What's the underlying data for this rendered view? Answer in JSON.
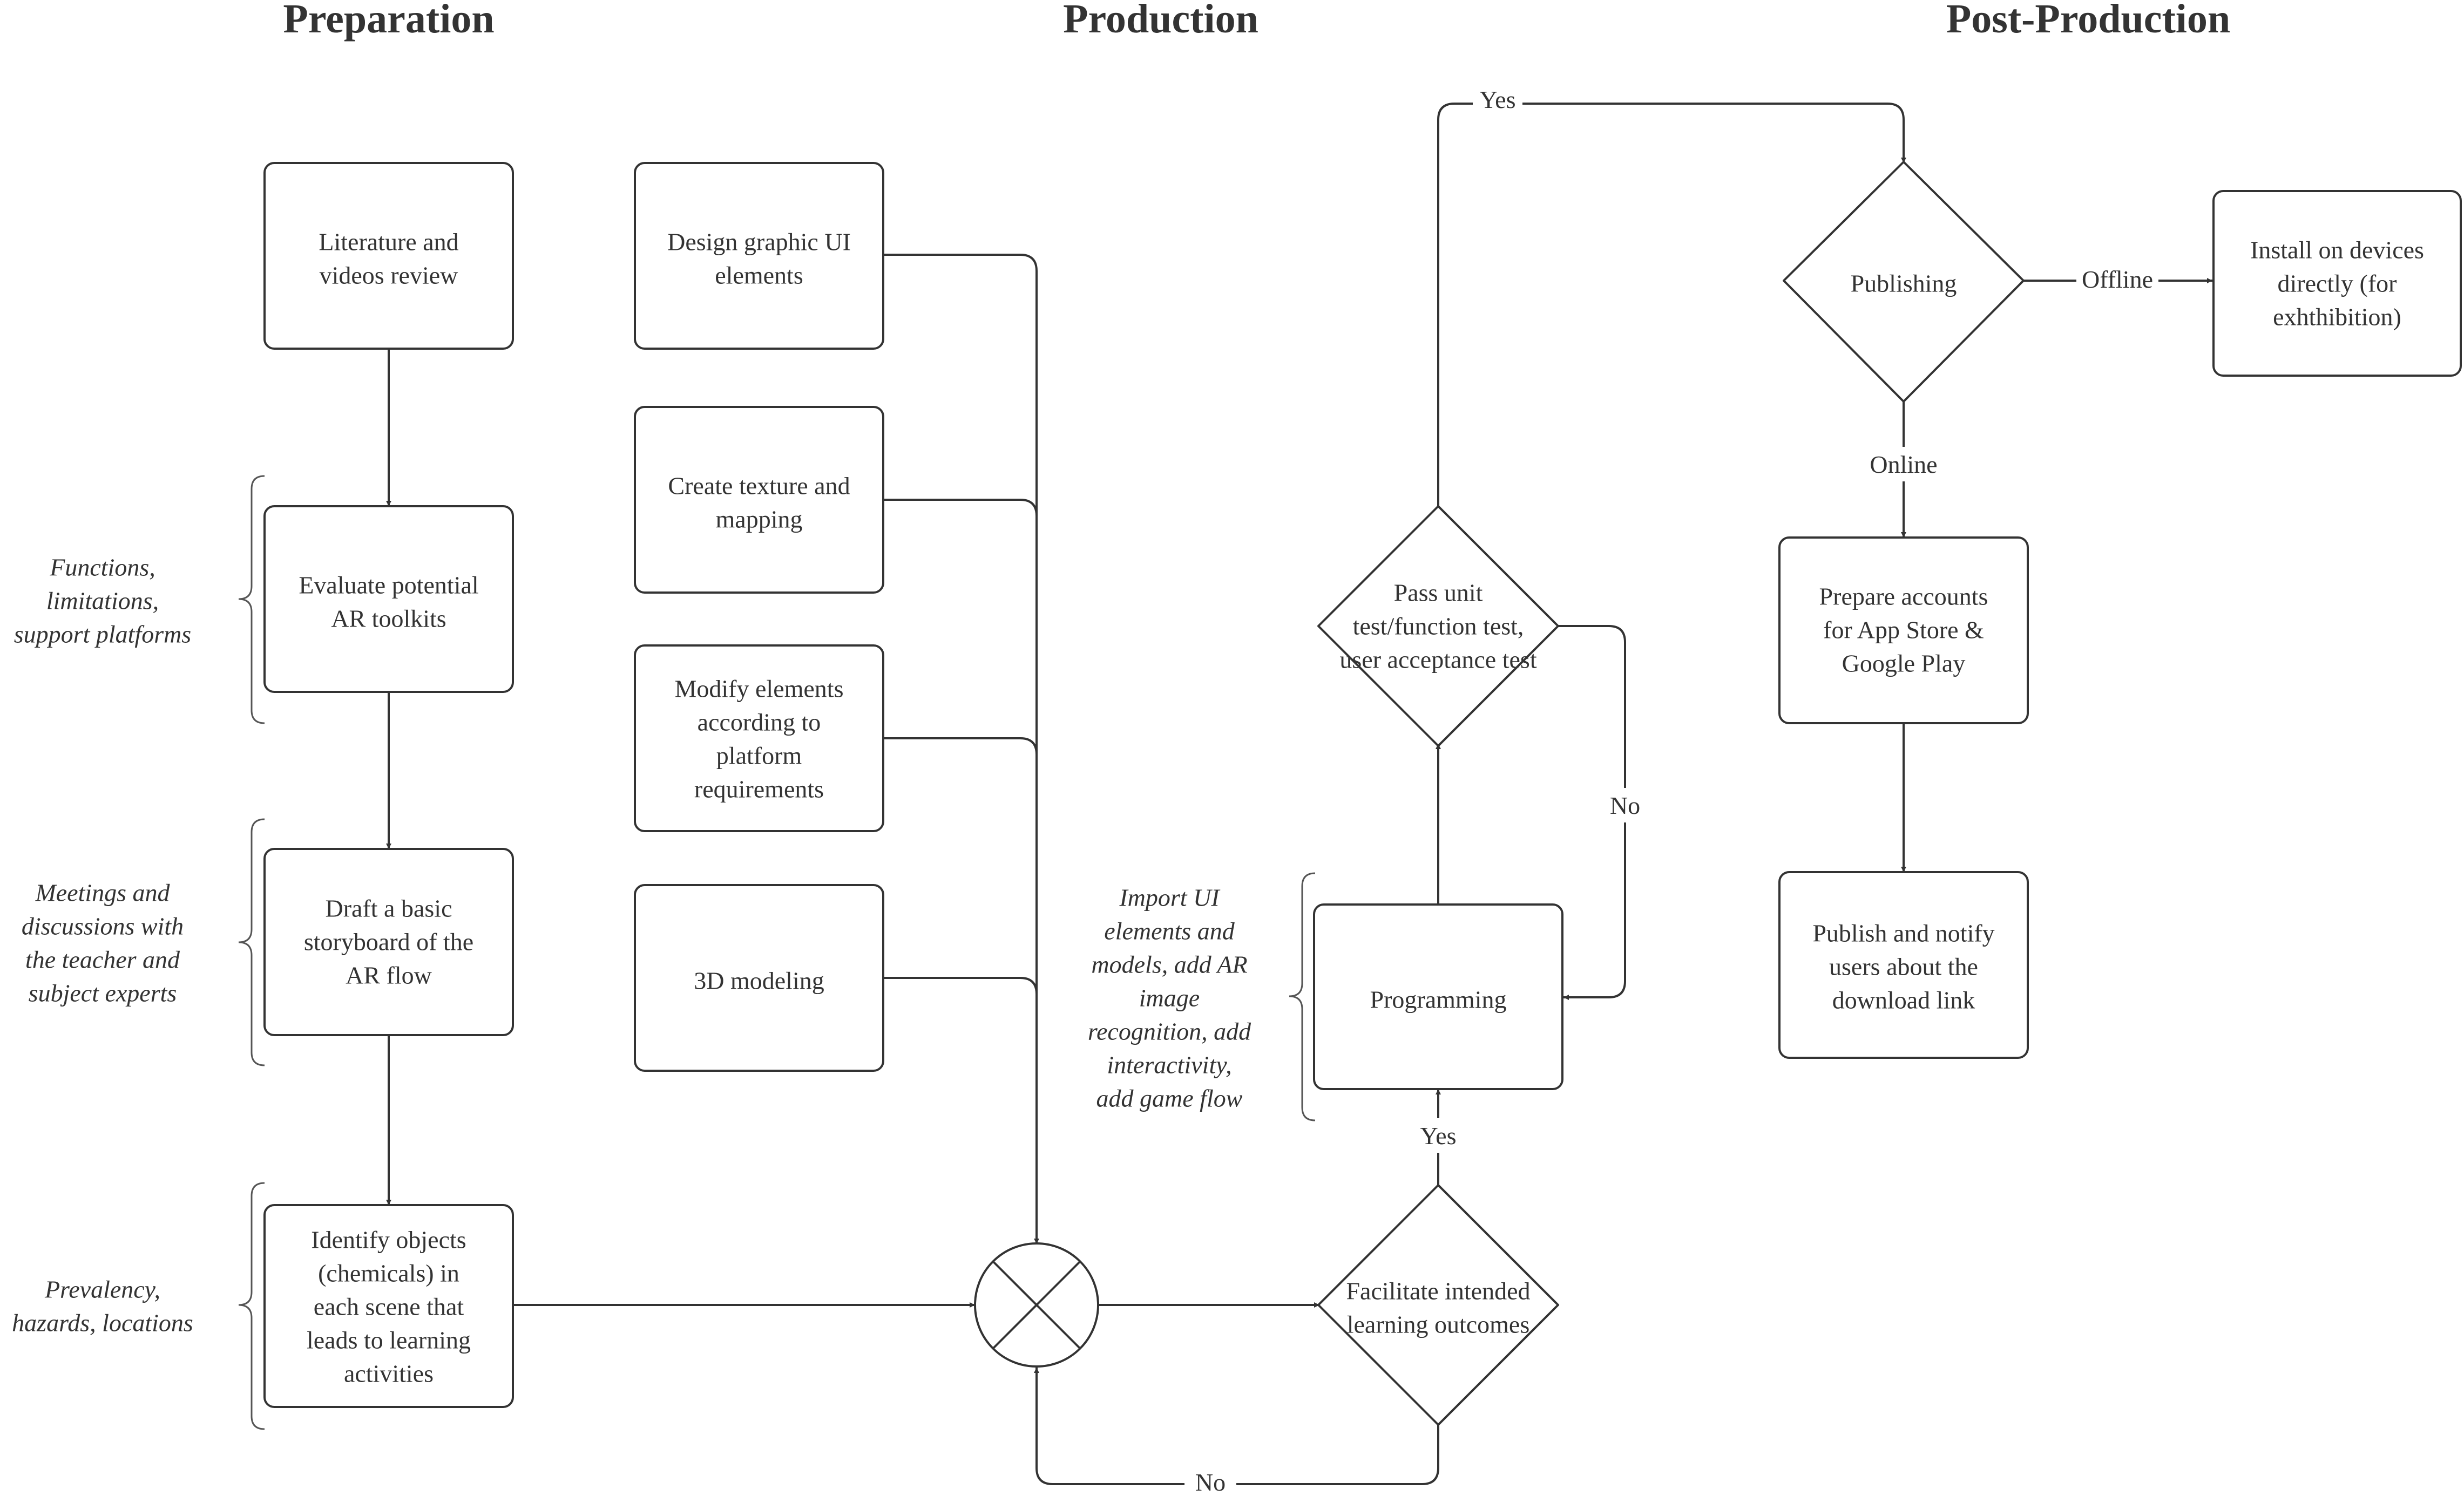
{
  "columns": {
    "preparation": "Preparation",
    "production": "Production",
    "post_production": "Post-Production"
  },
  "nodes": {
    "literature_review": [
      "Literature and",
      "videos review"
    ],
    "evaluate_toolkits": [
      "Evaluate potential",
      "AR toolkits"
    ],
    "draft_storyboard": [
      "Draft a basic",
      "storyboard of the",
      "AR flow"
    ],
    "identify_objects": [
      "Identify objects",
      "(chemicals) in",
      "each scene that",
      "leads to learning",
      "activities"
    ],
    "design_ui": [
      "Design graphic UI",
      "elements"
    ],
    "create_texture": [
      "Create texture and",
      "mapping"
    ],
    "modify_elements": [
      "Modify elements",
      "according to",
      "platform",
      "requirements"
    ],
    "modeling_3d": [
      "3D modeling"
    ],
    "facilitate_outcomes": [
      "Facilitate intended",
      "learning outcomes"
    ],
    "programming": [
      "Programming"
    ],
    "pass_tests": [
      "Pass unit",
      "test/function test,",
      "user acceptance test"
    ],
    "publishing": [
      "Publishing"
    ],
    "install_devices": [
      "Install on devices",
      "directly (for",
      "exhthibition)"
    ],
    "prepare_accounts": [
      "Prepare accounts",
      "for App Store &",
      "Google Play"
    ],
    "publish_notify": [
      "Publish and notify",
      "users about the",
      "download link"
    ]
  },
  "annotations": {
    "functions": [
      "Functions,",
      "limitations,",
      "support platforms"
    ],
    "meetings": [
      "Meetings and",
      "discussions with",
      "the teacher and",
      "subject experts"
    ],
    "prevalency": [
      "Prevalency,",
      "hazards, locations"
    ],
    "import_ui": [
      "Import UI",
      "elements and",
      "models, add AR",
      "image",
      "recognition, add",
      "interactivity,",
      "add game flow"
    ]
  },
  "edge_labels": {
    "yes_top": "Yes",
    "no_right": "No",
    "yes_mid": "Yes",
    "no_bottom": "No",
    "offline": "Offline",
    "online": "Online"
  }
}
